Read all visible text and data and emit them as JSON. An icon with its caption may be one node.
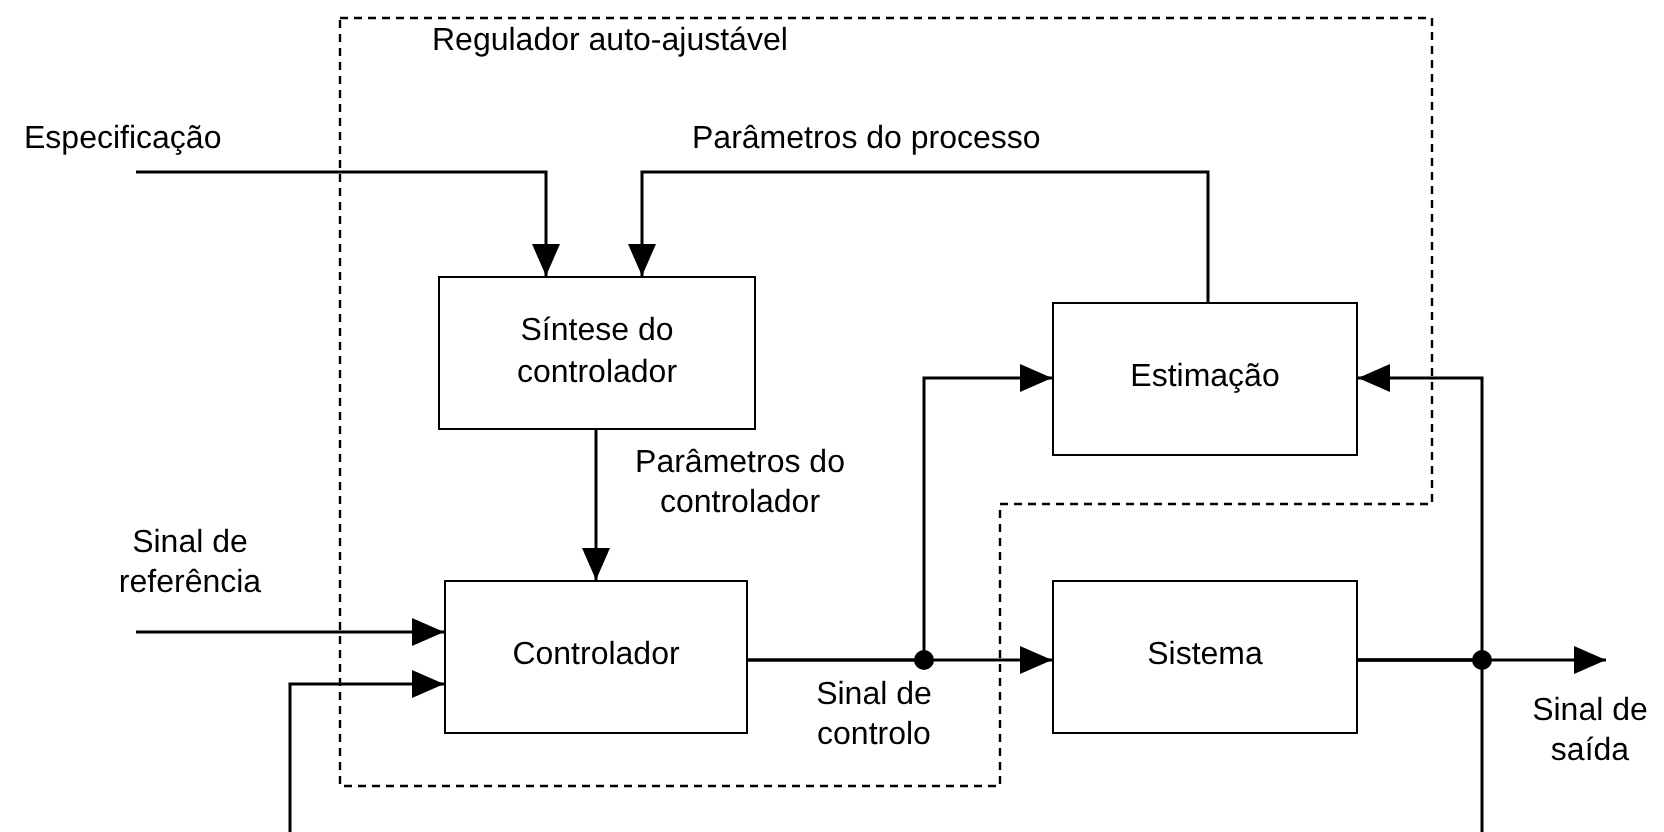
{
  "diagram": {
    "nodes": [
      {
        "text": [
          "Regulador auto-ajustável"
        ]
      },
      {
        "text": [
          "Síntese do controlador"
        ],
        "in": 0
      },
      {
        "text": [
          "Estimação"
        ],
        "in": 0
      },
      {
        "text": [
          "Controlador"
        ],
        "in": 0
      },
      {
        "text": [
          "Sistema"
        ]
      }
    ],
    "edges": [
      {
        "from": null,
        "to": 1,
        "arrow": "to",
        "label": "Especificação"
      },
      {
        "from": 2,
        "to": 1,
        "arrow": "to",
        "label": "Parâmetros do processo"
      },
      {
        "from": 1,
        "to": 3,
        "arrow": "to",
        "label": "Parâmetros do controlador"
      },
      {
        "from": null,
        "to": 3,
        "arrow": "to",
        "label": "Sinal de referência"
      },
      {
        "from": 3,
        "to": 4,
        "arrow": "to",
        "label": "Sinal de controlo"
      },
      {
        "from": 3,
        "to": 2,
        "arrow": "to"
      },
      {
        "from": 4,
        "to": null,
        "arrow": "to",
        "label": "Sinal de saída"
      },
      {
        "from": 4,
        "to": 2,
        "arrow": "to"
      },
      {
        "from": 4,
        "to": 3,
        "arrow": "to"
      }
    ]
  }
}
